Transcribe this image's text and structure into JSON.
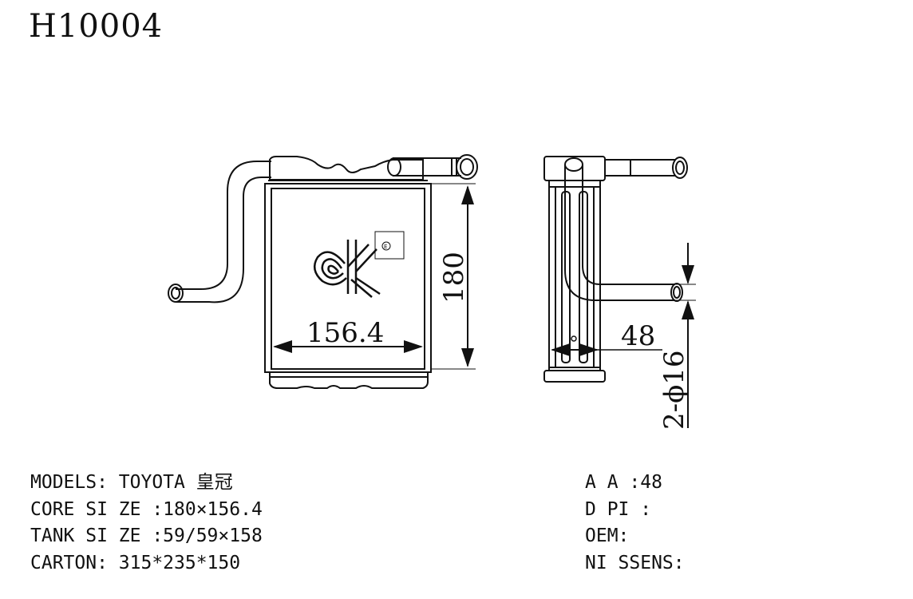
{
  "title": "H10004",
  "dimensions": {
    "width": "156.4",
    "height": "180",
    "depth": "48",
    "pipe": "2-ϕ16"
  },
  "specs_left": [
    "MODELS: TOYOTA 皇冠",
    "CORE SI ZE :180×156.4",
    "TANK SI ZE :59/59×158",
    "CARTON: 315*235*150"
  ],
  "specs_right": [
    "A A :48",
    "D PI :",
    "OEM:",
    "NI SSENS:"
  ]
}
